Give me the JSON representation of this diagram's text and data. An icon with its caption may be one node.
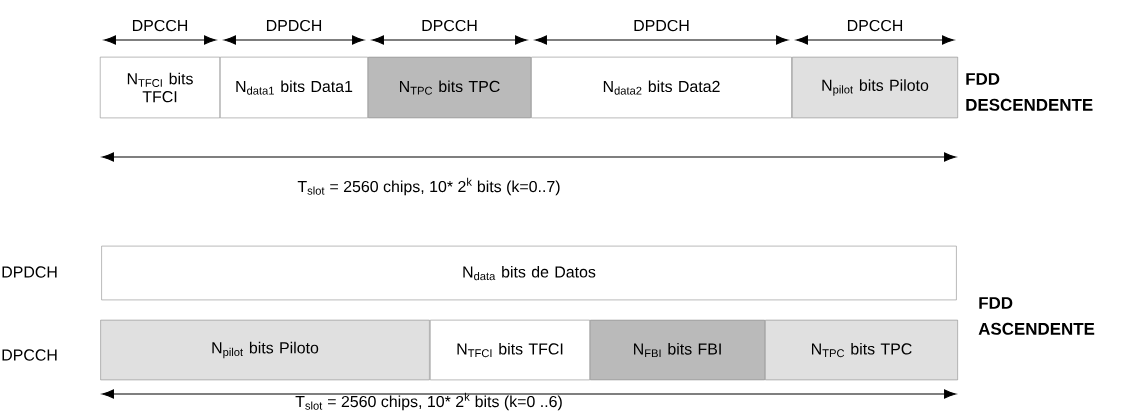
{
  "diagram": {
    "nodes": [
      {
        "text": [
          "N$_{TFCI}$ bits TFCI"
        ]
      },
      {
        "text": [
          "N$_{data1}$ bits Data1"
        ]
      },
      {
        "text": [
          "N$_{TPC}$ bits TPC"
        ]
      },
      {
        "text": [
          "N$_{data2}$ bits Data2"
        ]
      },
      {
        "text": [
          "N$_{pilot}$ bits Piloto"
        ]
      },
      {
        "text": [
          "N$_{data}$ bits de Datos"
        ]
      },
      {
        "text": [
          "N$_{pilot}$ bits Piloto"
        ]
      },
      {
        "text": [
          "N$_{TFCI}$ bits TFCI"
        ]
      },
      {
        "text": [
          "N$_{FBI}$ bits FBI"
        ]
      },
      {
        "text": [
          "N$_{TPC}$ bits TPC"
        ]
      }
    ],
    "labels": [
      "DPCCH",
      "DPDCH",
      "DPCCH",
      "DPDCH",
      "DPCCH",
      "FDD DESCENDENTE",
      "T$_{slot}$ = 2560 chips, 10* 2$^{k}$ bits (k=0..7)",
      "DPDCH",
      "FDD ASCENDENTE",
      "DPCCH",
      "T$_{slot}$ = 2560 chips, 10* 2$^{k}$ bits (k=0 ..6)"
    ]
  }
}
